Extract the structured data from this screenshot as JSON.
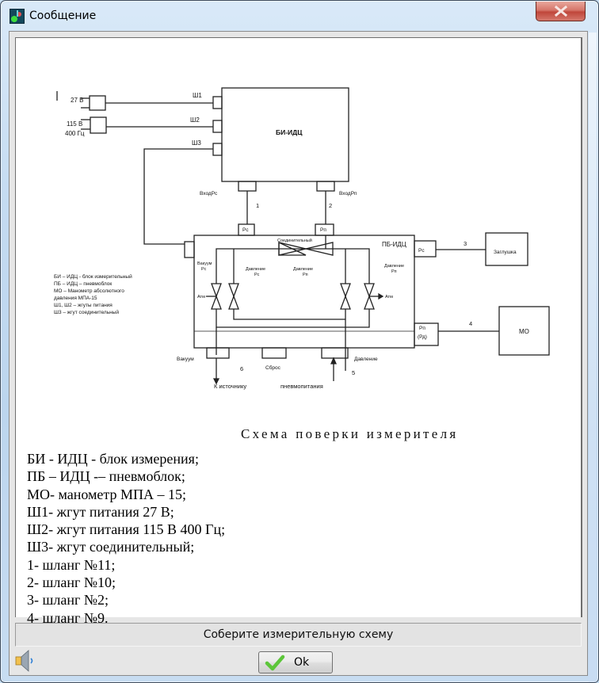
{
  "window": {
    "title": "Сообщение",
    "app_icon": "app-icon",
    "close_icon": "close-icon"
  },
  "diagram": {
    "power_labels": {
      "v27": "27 В",
      "v115": "115 В",
      "hz400": "400 Гц"
    },
    "harness_labels": {
      "sh1": "Ш1",
      "sh2": "Ш2",
      "sh3": "Ш3"
    },
    "bi_block": "БИ-ИДЦ",
    "bi_inputs": {
      "pc": "ВходРс",
      "pp": "ВходРп"
    },
    "hose_numbers": {
      "h1": "1",
      "h2": "2",
      "h3": "3",
      "h4": "4",
      "h5": "5",
      "h6": "6"
    },
    "pb_block": "ПБ-ИДЦ",
    "pb_ports": {
      "pc_top": "Рс",
      "pp_top": "Рп",
      "pc_right": "Рс",
      "pp_right": "Рп",
      "pd_right": "(Рд)"
    },
    "connecting_valve": "Соединительный",
    "vacuum_pc": [
      "Вакуум",
      "Рс"
    ],
    "pressure_pc": [
      "Давление",
      "Рс"
    ],
    "pressure_pp": [
      "Давление",
      "Рп"
    ],
    "pressure_pp_right": [
      "Давление",
      "Рп"
    ],
    "atm_left": "Атм",
    "atm_right": "Атм",
    "bottom_ports": {
      "vacuum": "Вакуум",
      "reset": "Сброс",
      "pressure": "Давление"
    },
    "to_source": "К источнику",
    "pneumo": "пневмопитания",
    "plug": "Заглушка",
    "mo": "МО",
    "small_legend": [
      "БИ – ИДЦ - блок измерительный",
      "ПБ – ИДЦ – пневмоблок",
      "МО – Манометр абсолютного",
      "давления МПА-15",
      "Ш1, Ш2 – жгуты питания",
      "Ш3 – жгут соединительный"
    ]
  },
  "caption": "Схема поверки измерителя",
  "legend": [
    "БИ - ИДЦ - блок измерения;",
    "ПБ – ИДЦ -– пневмоблок;",
    "МО- манометр МПА – 15;",
    "Ш1- жгут питания 27 В;",
    "Ш2- жгут питания 115 В 400 Гц;",
    "Ш3- жгут соединительный;",
    "1- шланг №11;",
    "2- шланг №10;",
    "3- шланг №2;",
    "4- шланг №9."
  ],
  "status_text": "Соберите измерительную схему",
  "buttons": {
    "ok_label": "Ok"
  },
  "icons": {
    "speaker": "speaker-icon",
    "check": "checkmark-icon"
  },
  "colors": {
    "check_green": "#5cc63a",
    "close_red": "#c9493c"
  }
}
